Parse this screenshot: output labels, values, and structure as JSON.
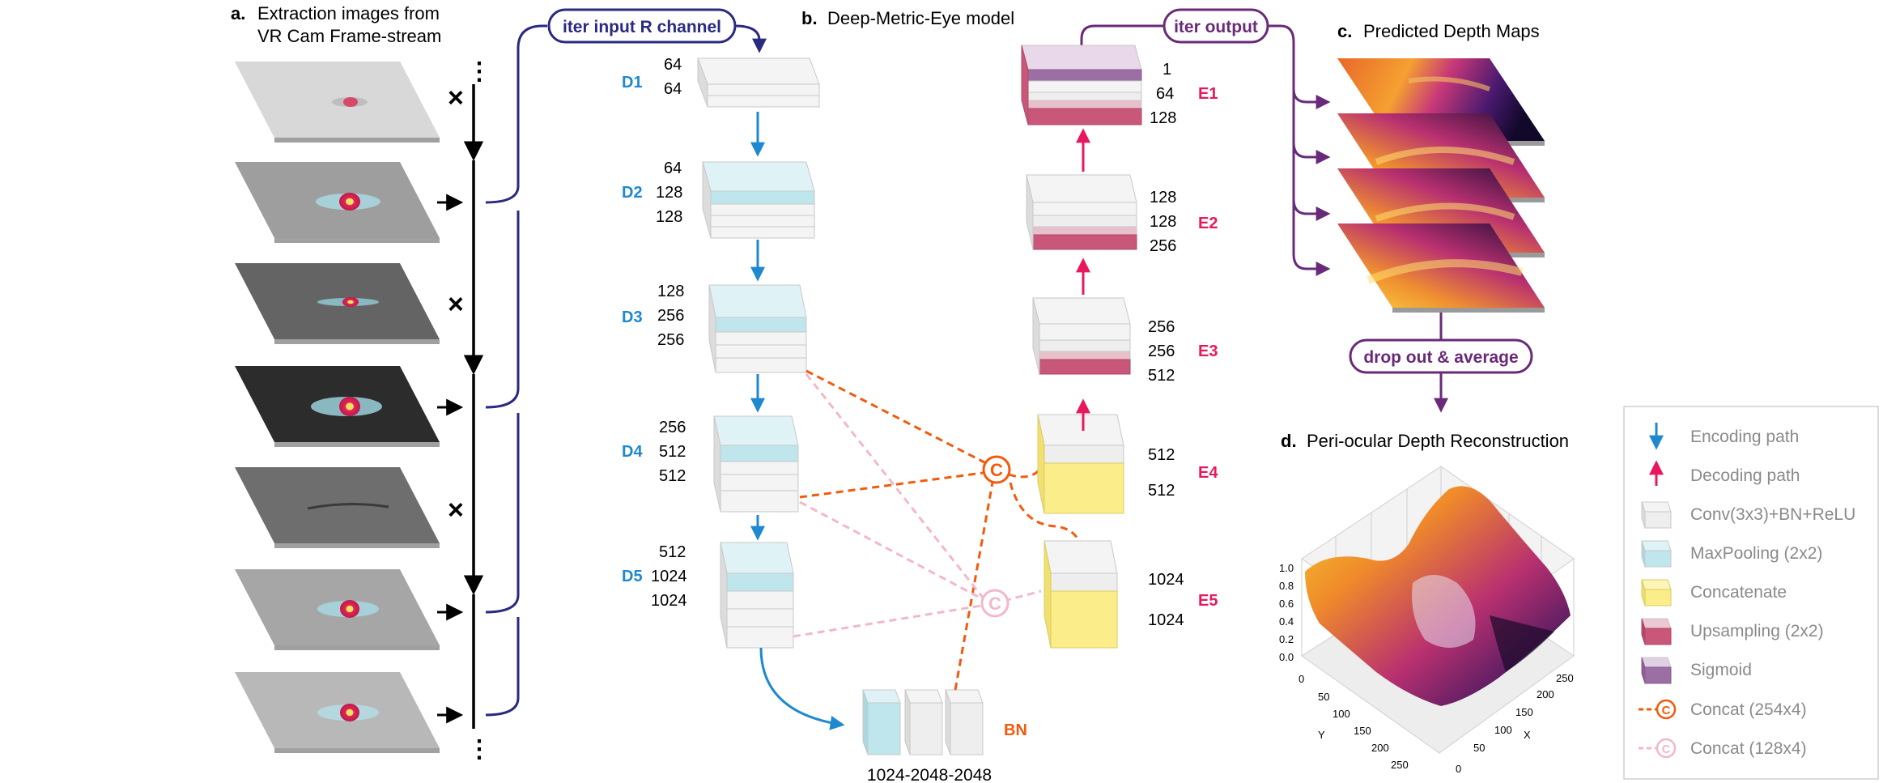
{
  "panel_a": {
    "letter": "a.",
    "title_line1": "Extraction images from",
    "title_line2": "VR Cam Frame-stream",
    "reject_mark": "×",
    "ellipsis": "⋮"
  },
  "panel_b": {
    "letter": "b.",
    "title": "Deep-Metric-Eye model",
    "iter_input": "iter input R channel",
    "iter_output": "iter output",
    "bottleneck_label": "BN",
    "bottleneck_dims": "1024-2048-2048",
    "encoder": [
      {
        "name": "D1",
        "channels": [
          "64",
          "64"
        ]
      },
      {
        "name": "D2",
        "channels": [
          "64",
          "128",
          "128"
        ]
      },
      {
        "name": "D3",
        "channels": [
          "128",
          "256",
          "256"
        ]
      },
      {
        "name": "D4",
        "channels": [
          "256",
          "512",
          "512"
        ]
      },
      {
        "name": "D5",
        "channels": [
          "512",
          "1024",
          "1024"
        ]
      }
    ],
    "decoder": [
      {
        "name": "E1",
        "channels": [
          "1",
          "64",
          "128"
        ]
      },
      {
        "name": "E2",
        "channels": [
          "128",
          "128",
          "256"
        ]
      },
      {
        "name": "E3",
        "channels": [
          "256",
          "256",
          "512"
        ]
      },
      {
        "name": "E4",
        "channels": [
          "512",
          "512"
        ]
      },
      {
        "name": "E5",
        "channels": [
          "1024",
          "1024"
        ]
      }
    ]
  },
  "panel_c": {
    "letter": "c.",
    "title": "Predicted Depth Maps",
    "dropout": "drop out & average"
  },
  "panel_d": {
    "letter": "d.",
    "title": "Peri-ocular Depth Reconstruction",
    "z_ticks": [
      "1.0",
      "0.8",
      "0.6",
      "0.4",
      "0.2",
      "0.0"
    ],
    "y_ticks": [
      "0",
      "50",
      "100",
      "150",
      "200",
      "250"
    ],
    "x_ticks": [
      "0",
      "50",
      "100",
      "150",
      "200",
      "250"
    ],
    "y_label": "Y",
    "x_label": "X"
  },
  "legend": [
    {
      "label": "Encoding path",
      "icon": "blue-down-arrow-icon"
    },
    {
      "label": "Decoding path",
      "icon": "pink-up-arrow-icon"
    },
    {
      "label": "Conv(3x3)+BN+ReLU",
      "icon": "grey-block-icon"
    },
    {
      "label": "MaxPooling (2x2)",
      "icon": "cyan-block-icon"
    },
    {
      "label": "Concatenate",
      "icon": "yellow-block-icon"
    },
    {
      "label": "Upsampling (2x2)",
      "icon": "rose-block-icon"
    },
    {
      "label": "Sigmoid",
      "icon": "purple-block-icon"
    },
    {
      "label": "Concat (254x4)",
      "icon": "orange-concat-icon"
    },
    {
      "label": "Concat (128x4)",
      "icon": "light-pink-concat-icon"
    }
  ],
  "colors": {
    "encoder_blue": "#1e88d0",
    "decoder_pink": "#e8185e",
    "navy": "#2a2a80",
    "purple": "#6a2a7a",
    "orange": "#f25a0c",
    "light_pink": "#f2b8c8",
    "cyan": "#bfe6ec",
    "yellow": "#fbee8a",
    "rose": "#c8577a",
    "sigmoid": "#9b6fa3",
    "grey_block": "#f0f0f0"
  }
}
